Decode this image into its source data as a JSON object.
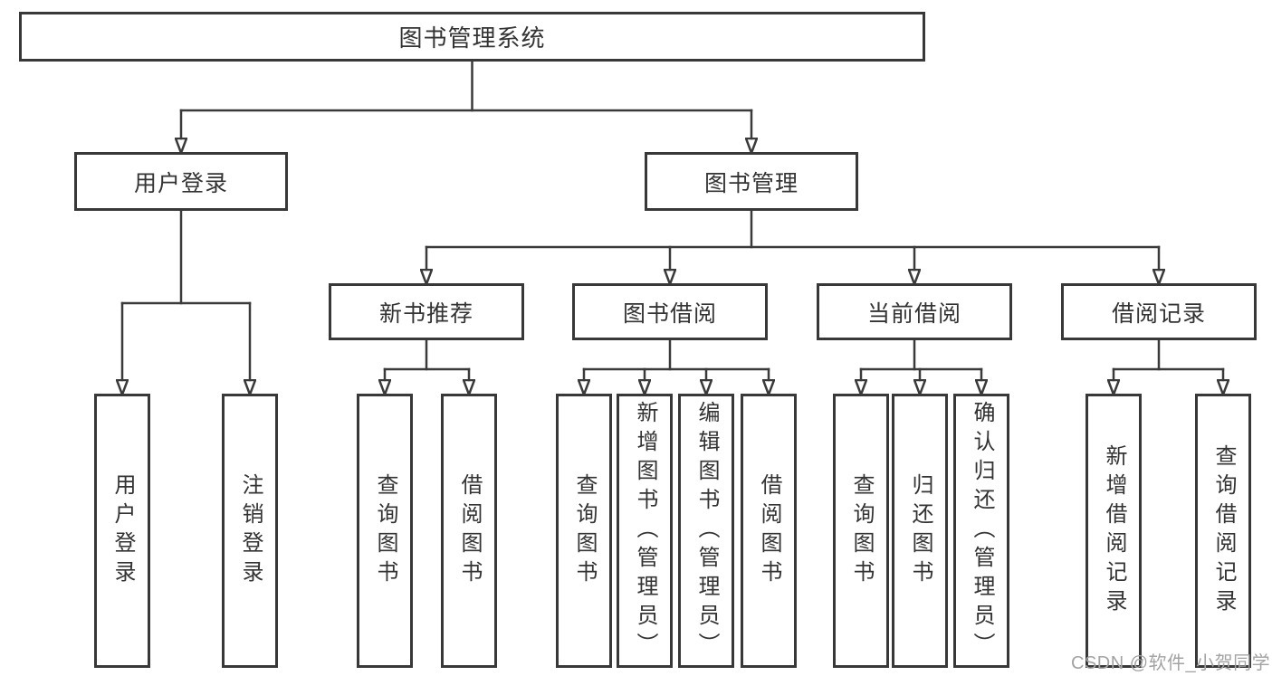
{
  "diagram": {
    "title_node": "图书管理系统",
    "branches": [
      {
        "label": "用户登录",
        "children": [
          "用户登录",
          "注销登录"
        ]
      },
      {
        "label": "图书管理",
        "sections": [
          {
            "label": "新书推荐",
            "children": [
              "查询图书",
              "借阅图书"
            ]
          },
          {
            "label": "图书借阅",
            "children": [
              "查询图书",
              "新增图书（管理员）",
              "编辑图书（管理员）",
              "借阅图书"
            ]
          },
          {
            "label": "当前借阅",
            "children": [
              "查询图书",
              "归还图书",
              "确认归还（管理员）"
            ]
          },
          {
            "label": "借阅记录",
            "children": [
              "新增借阅记录",
              "查询借阅记录"
            ]
          }
        ]
      }
    ]
  },
  "watermark": "CSDN @软件_小贺同学",
  "colors": {
    "line": "#3a3a3a",
    "border": "#383838",
    "text": "#333333",
    "watermark": "#a3a3a3",
    "background": "#ffffff"
  }
}
